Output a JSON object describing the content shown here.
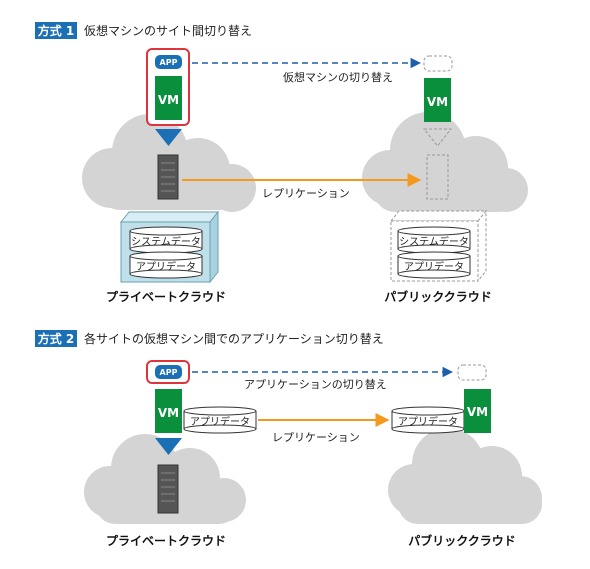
{
  "method1": {
    "badge": "方式 1",
    "title": "仮想マシンのサイト間切り替え",
    "switch_label": "仮想マシンの切り替え",
    "replication_label": "レプリケーション",
    "app_label": "APP",
    "vm_label": "VM",
    "vm_label_public": "VM",
    "system_data": "システムデータ",
    "app_data": "アプリデータ",
    "system_data_public": "システムデータ",
    "app_data_public": "アプリデータ",
    "private_cloud": "プライベートクラウド",
    "public_cloud": "パブリッククラウド"
  },
  "method2": {
    "badge": "方式 2",
    "title": "各サイトの仮想マシン間でのアプリケーション切り替え",
    "switch_label": "アプリケーションの切り替え",
    "replication_label": "レプリケーション",
    "app_label": "APP",
    "vm_label": "VM",
    "vm_label_public": "VM",
    "app_data": "アプリデータ",
    "app_data_public": "アプリデータ",
    "private_cloud": "プライベートクラウド",
    "public_cloud": "パブリッククラウド"
  },
  "colors": {
    "badge": "#1b6fb5",
    "vm_green": "#0a8f3c",
    "app_blue": "#1b6fb5",
    "arrow_blue": "#1f5fa8",
    "arrow_orange": "#f39a1e",
    "cloud_gray": "#d4d4d4",
    "highlight_red": "#e0343c",
    "storage_fill": "#bfe0ea"
  }
}
